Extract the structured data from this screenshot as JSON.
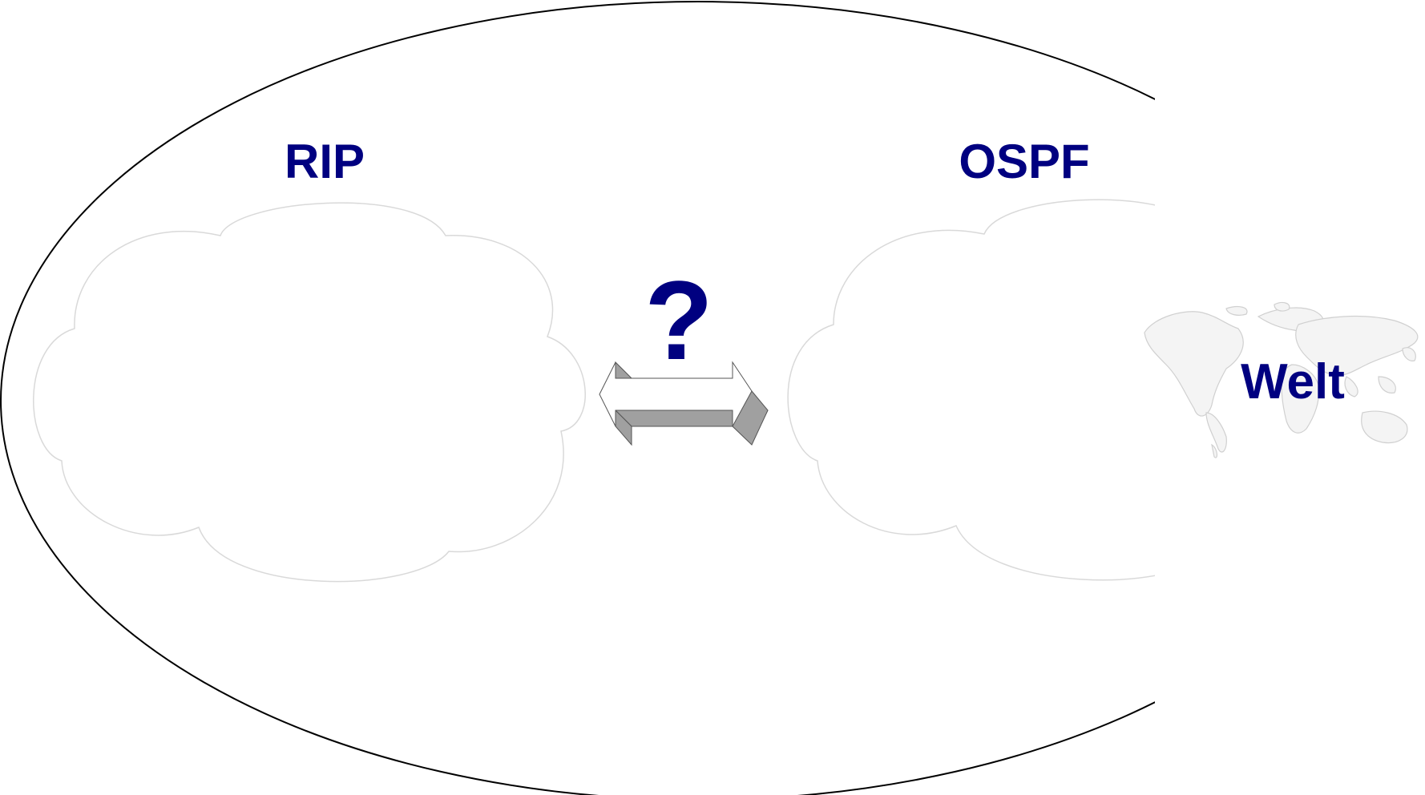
{
  "labels": {
    "left_cloud": "RIP",
    "right_cloud": "OSPF",
    "question": "?",
    "world": "Welt"
  },
  "colors": {
    "text": "#000080",
    "outline": "#000000",
    "cloud_stroke": "#d9d9d9",
    "arrow_shade": "#a0a0a0",
    "arrow_dark": "#555555",
    "map_land": "#f4f4f4",
    "map_edge": "#d0d0d0"
  },
  "icons": {
    "arrow": "double-headed-3d-arrow-icon",
    "map": "world-map-icon"
  }
}
